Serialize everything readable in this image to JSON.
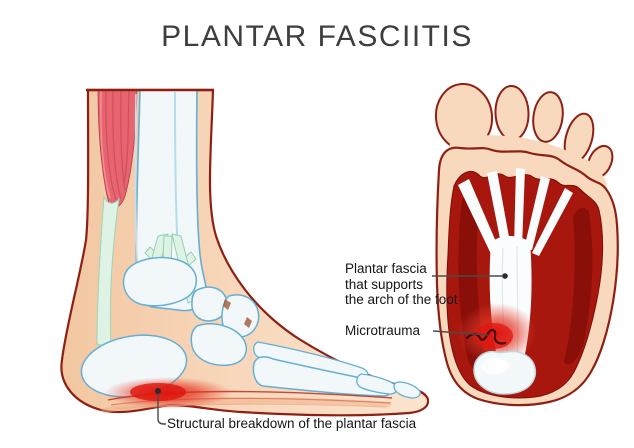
{
  "title": "PLANTAR FASCIITIS",
  "annotations": {
    "plantar_fascia": {
      "text": "Plantar fascia\nthat supports\nthe arch of the foot"
    },
    "microtrauma": {
      "text": "Microtrauma"
    },
    "structural_breakdown": {
      "text": "Structural breakdown of the plantar fascia"
    }
  },
  "colors": {
    "outline_dark_red": "#8e2013",
    "skin": "#f8d8bc",
    "calf_muscle_pink": "#e8656f",
    "deep_muscle_red": "#a8170d",
    "deep_muscle_shadow": "#8a0f09",
    "bone_fill": "#f2f8fa",
    "bone_outline": "#66aed3",
    "ligament_green": "#def3e6",
    "inflammation_red": "#e01a12",
    "fascia_white": "#fafdfd",
    "leader_line": "#4a4a4a",
    "label_text": "#151515",
    "title_text": "#3e3e3e"
  }
}
